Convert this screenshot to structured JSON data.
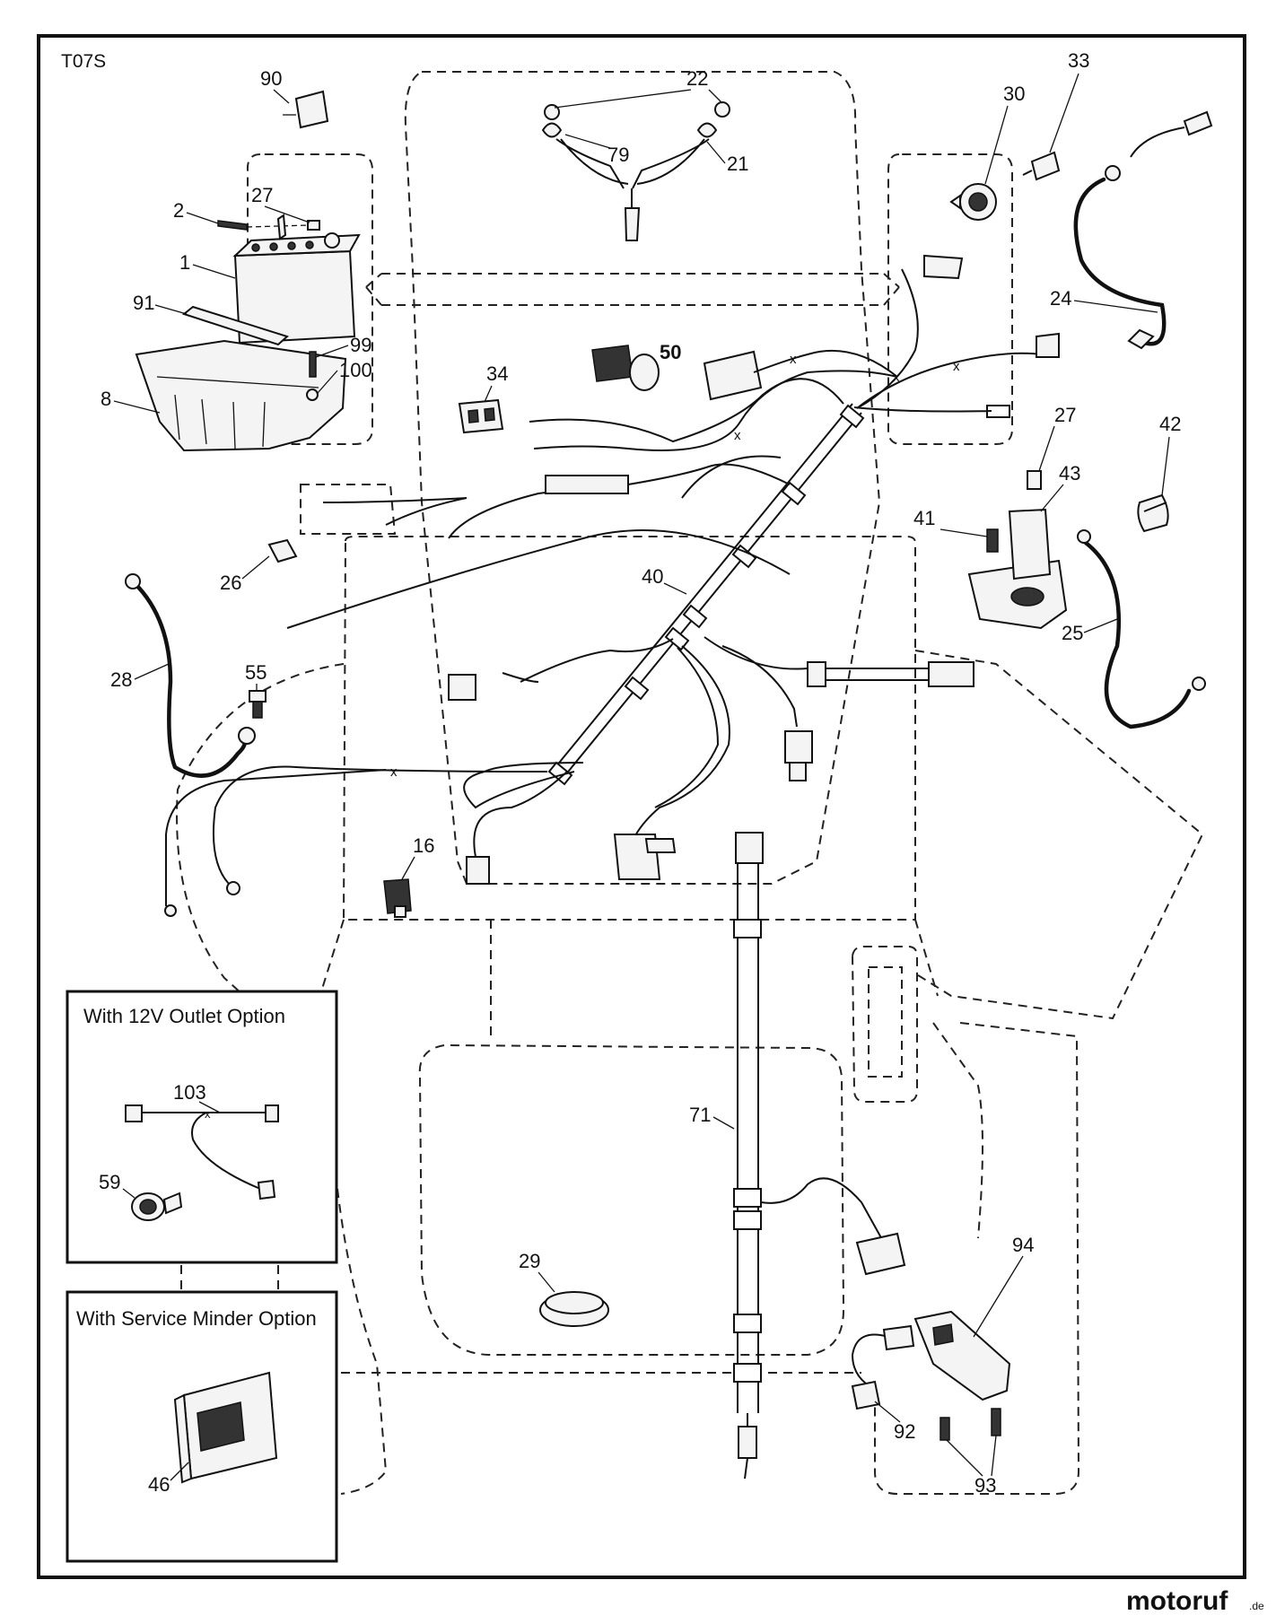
{
  "drawing_code": "T07S",
  "insets": {
    "outlet_option": {
      "title": "With 12V Outlet Option"
    },
    "service_minder_option": {
      "title": "With Service Minder Option"
    }
  },
  "callouts": {
    "p1": "1",
    "p2": "2",
    "p8": "8",
    "p16": "16",
    "p21": "21",
    "p22": "22",
    "p24": "24",
    "p25": "25",
    "p26": "26",
    "p27a": "27",
    "p27b": "27",
    "p28": "28",
    "p29": "29",
    "p30": "30",
    "p33": "33",
    "p34": "34",
    "p40": "40",
    "p41": "41",
    "p42": "42",
    "p43": "43",
    "p46": "46",
    "p50": "50",
    "p55": "55",
    "p59": "59",
    "p71": "71",
    "p79": "79",
    "p90": "90",
    "p91": "91",
    "p92": "92",
    "p93": "93",
    "p94": "94",
    "p99": "99",
    "p100": "100",
    "p103": "103"
  },
  "watermark": {
    "brand": "motoruf",
    "suffix": ".de",
    "brand_color": "#3a4f8f",
    "dot_color": "#c0392b"
  }
}
